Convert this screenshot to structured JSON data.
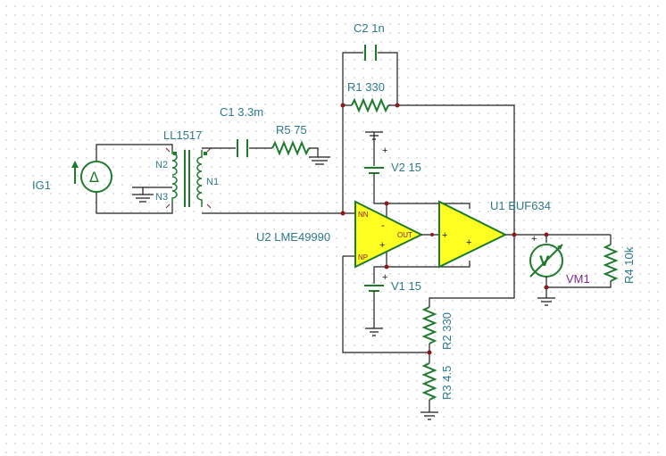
{
  "colors": {
    "wire": "#1e1e1e",
    "component": "#1f7a2e",
    "label": "#2d7a8a",
    "opamp_fill": "#ffff22",
    "junction": "#8b1a1a",
    "meter_label": "#7a2a8a"
  },
  "components": {
    "c2": "C2 1n",
    "r1": "R1 330",
    "c1": "C1 3.3m",
    "r5": "R5 75",
    "transformer": "LL1517",
    "n1": "N1",
    "n2": "N2",
    "n3": "N3",
    "ig1": "IG1",
    "v2": "V2 15",
    "v1": "V1 15",
    "u2": "U2 LME49990",
    "u1": "U1 BUF634",
    "r2": "R2 330",
    "r3": "R3 4.5",
    "r4": "R4 10k",
    "vm1": "VM1"
  },
  "pins": {
    "nn": "NN",
    "np": "NP",
    "out": "OUT",
    "plus": "+",
    "minus": "-"
  },
  "icons": {
    "current_source": "triangle-delta-icon",
    "voltmeter": "voltmeter-V-icon"
  },
  "symbols": {
    "delta": "Δ",
    "volt": "V"
  }
}
